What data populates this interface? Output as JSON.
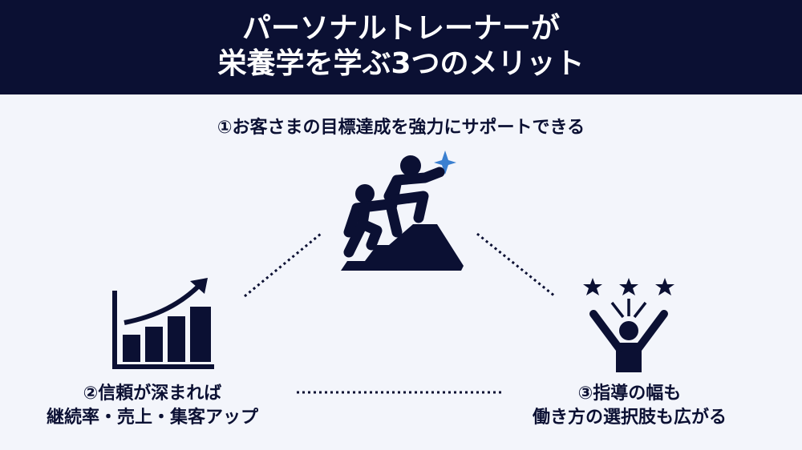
{
  "title": {
    "line1": "パーソナルトレーナーが",
    "line2": "栄養学を学ぶ3つのメリット"
  },
  "benefits": [
    {
      "label": "①お客さまの目標達成を強力にサポートできる",
      "icon": "climbing-people-icon"
    },
    {
      "line1": "②信頼が深まれば",
      "line2": "継続率・売上・集客アップ",
      "icon": "growth-chart-icon"
    },
    {
      "line1": "③指導の幅も",
      "line2": "働き方の選択肢も広がる",
      "icon": "cheering-person-icon"
    }
  ],
  "colors": {
    "navy": "#0b1033",
    "background": "#f3f5fb",
    "accent": "#3a7fd0"
  }
}
